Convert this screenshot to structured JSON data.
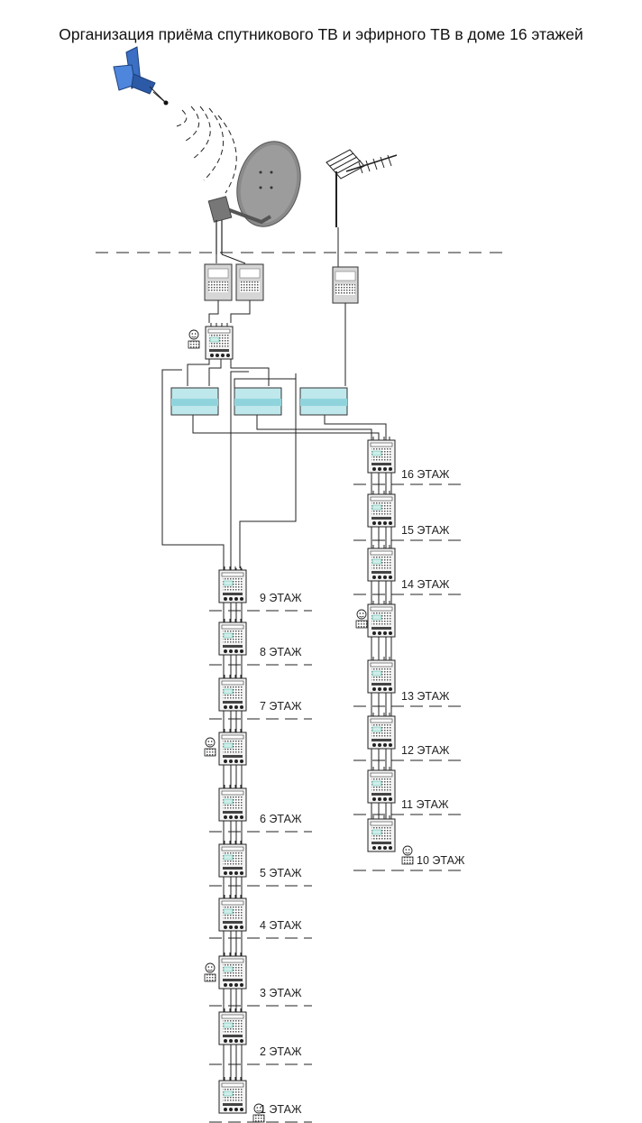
{
  "title": "Организация приёма спутникового ТВ и эфирного ТВ в доме 16 этажей",
  "icons": {
    "satellite": "satellite-icon",
    "dish": "satellite-dish-icon",
    "antenna": "terrestrial-antenna-icon",
    "subscriber": "tv-subscriber-icon"
  },
  "colors": {
    "satellite": "#3a6fc4",
    "dish": "#8a8a8a",
    "amplifier": "#bfe8ec",
    "line": "#1a1a1a"
  },
  "riser_left": {
    "floors": [
      "9 ЭТАЖ",
      "8 ЭТАЖ",
      "7 ЭТАЖ",
      "6 ЭТАЖ",
      "5 ЭТАЖ",
      "4 ЭТАЖ",
      "3 ЭТАЖ",
      "2 ЭТАЖ",
      "1 ЭТАЖ"
    ]
  },
  "riser_right": {
    "floors": [
      "16 ЭТАЖ",
      "15 ЭТАЖ",
      "14 ЭТАЖ",
      "13 ЭТАЖ",
      "12 ЭТАЖ",
      "11 ЭТАЖ",
      "10 ЭТАЖ"
    ]
  }
}
